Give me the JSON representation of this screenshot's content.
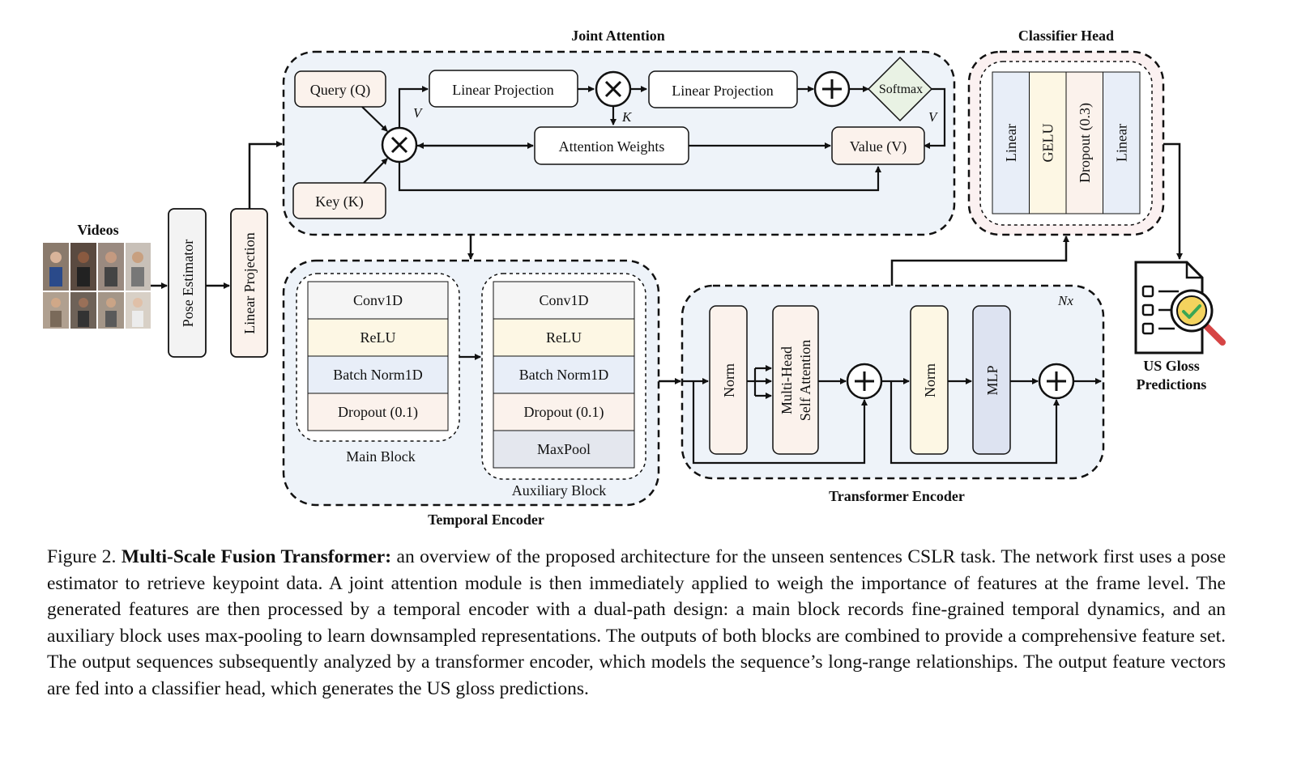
{
  "diagram": {
    "videos_label": "Videos",
    "pose_estimator": "Pose Estimator",
    "linear_projection_input": "Linear Projection",
    "joint_attention": {
      "title": "Joint Attention",
      "query": "Query (Q)",
      "key": "Key (K)",
      "linear_projection_1": "Linear Projection",
      "linear_projection_2": "Linear Projection",
      "softmax": "Softmax",
      "attention_weights": "Attention Weights",
      "value": "Value (V)",
      "label_v1": "V",
      "label_k": "K",
      "label_v2": "V"
    },
    "classifier_head": {
      "title": "Classifier Head",
      "layers": [
        "Linear",
        "GELU",
        "Dropout (0.3)",
        "Linear"
      ],
      "colors": [
        "#e8eef8",
        "#fdf7e4",
        "#fbf2ec",
        "#e8eef8"
      ]
    },
    "temporal_encoder": {
      "title": "Temporal Encoder",
      "main_block": {
        "label": "Main Block",
        "layers": [
          "Conv1D",
          "ReLU",
          "Batch Norm1D",
          "Dropout (0.1)"
        ],
        "colors": [
          "#f5f5f5",
          "#fdf7e4",
          "#e8eef8",
          "#fbf2ec"
        ]
      },
      "auxiliary_block": {
        "label": "Auxiliary Block",
        "layers": [
          "Conv1D",
          "ReLU",
          "Batch Norm1D",
          "Dropout (0.1)",
          "MaxPool"
        ],
        "colors": [
          "#f5f5f5",
          "#fdf7e4",
          "#e8eef8",
          "#fbf2ec",
          "#e4e7ee"
        ]
      }
    },
    "transformer_encoder": {
      "title": "Transformer Encoder",
      "repeat": "Nx",
      "norm1": "Norm",
      "mhsa": [
        "Multi-Head",
        "Self Attention"
      ],
      "norm2": "Norm",
      "mlp": "MLP"
    },
    "output": {
      "line1": "US Gloss",
      "line2": "Predictions"
    },
    "colors": {
      "panel_blue": "#eef3f9",
      "panel_pink": "#fbf1f1",
      "box_peach": "#fbf2ec",
      "box_cream": "#fdf7e4",
      "box_gray": "#f3f3f3",
      "mlp_blue": "#dde3f1",
      "icon_yellow": "#f4d35e",
      "icon_green": "#3aa655",
      "icon_red": "#d64545"
    }
  },
  "caption": {
    "label": "Figure 2.",
    "title": "Multi-Scale Fusion Transformer:",
    "text": " an overview of the proposed architecture for the unseen sentences CSLR task. The network first uses a pose estimator to retrieve keypoint data.  A joint attention module is then immediately applied to weigh the importance of features at the frame level. The generated features are then processed by a temporal encoder with a dual-path design: a main block records fine-grained temporal dynamics, and an auxiliary block uses max-pooling to learn downsampled representations.  The outputs of both blocks are combined to provide a comprehensive feature set. The output sequences subsequently analyzed by a transformer encoder, which models the sequence’s long-range relationships.  The output feature vectors are fed into a classifier head, which generates the US gloss predictions."
  }
}
